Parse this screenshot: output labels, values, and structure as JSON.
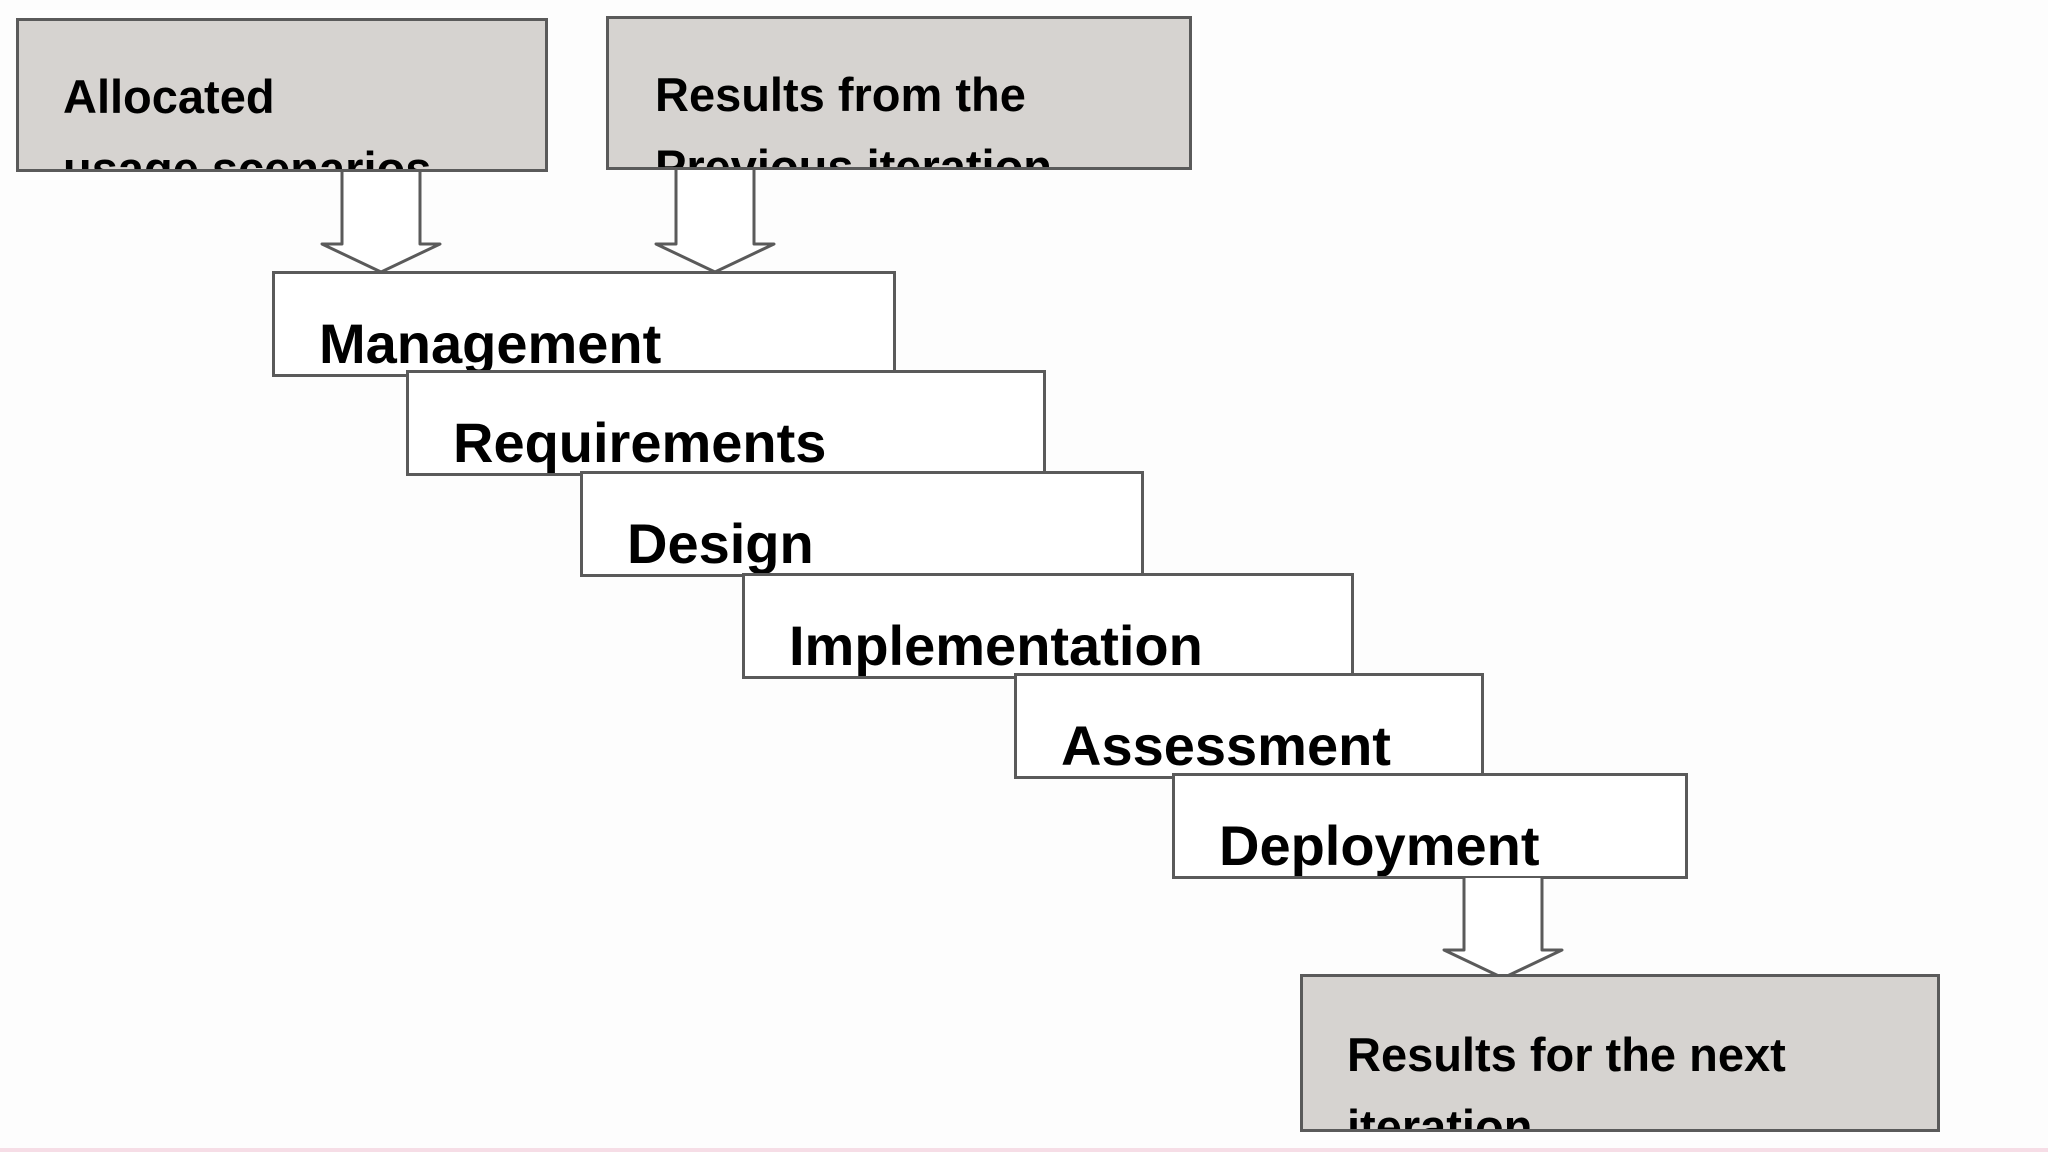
{
  "diagram": {
    "inputs": [
      {
        "id": "allocated",
        "text": "Allocated\nusage scenarios"
      },
      {
        "id": "previous",
        "text": "Results from the\nPrevious iteration"
      }
    ],
    "steps": [
      "Management",
      "Requirements",
      "Design",
      "Implementation",
      "Assessment",
      "Deployment"
    ],
    "output": {
      "text": "Results for the next\niteration"
    },
    "colors": {
      "input_fill": "#d6d3d0",
      "step_fill": "#ffffff",
      "border": "#5a5a5a",
      "text": "#000000"
    }
  }
}
